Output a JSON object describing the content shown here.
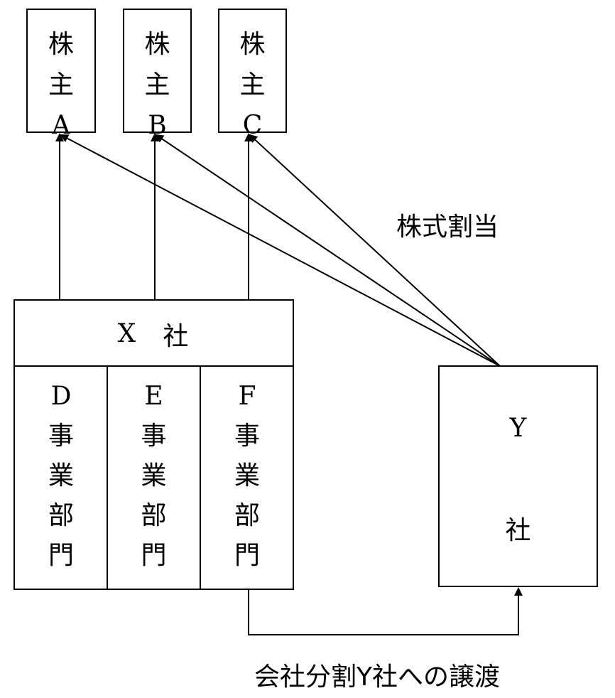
{
  "shareholders": [
    {
      "line1": "株",
      "line2": "主",
      "line3": "A"
    },
    {
      "line1": "株",
      "line2": "主",
      "line3": "B"
    },
    {
      "line1": "株",
      "line2": "主",
      "line3": "C"
    }
  ],
  "x_company": {
    "title_letter": "X",
    "title_word": "社",
    "departments": [
      {
        "c1": "D",
        "c2": "事",
        "c3": "業",
        "c4": "部",
        "c5": "門"
      },
      {
        "c1": "E",
        "c2": "事",
        "c3": "業",
        "c4": "部",
        "c5": "門"
      },
      {
        "c1": "F",
        "c2": "事",
        "c3": "業",
        "c4": "部",
        "c5": "門"
      }
    ]
  },
  "y_company": {
    "letter": "Y",
    "word": "社"
  },
  "labels": {
    "share_allotment": "株式割当",
    "split_transfer": "会社分割Y社への譲渡"
  }
}
